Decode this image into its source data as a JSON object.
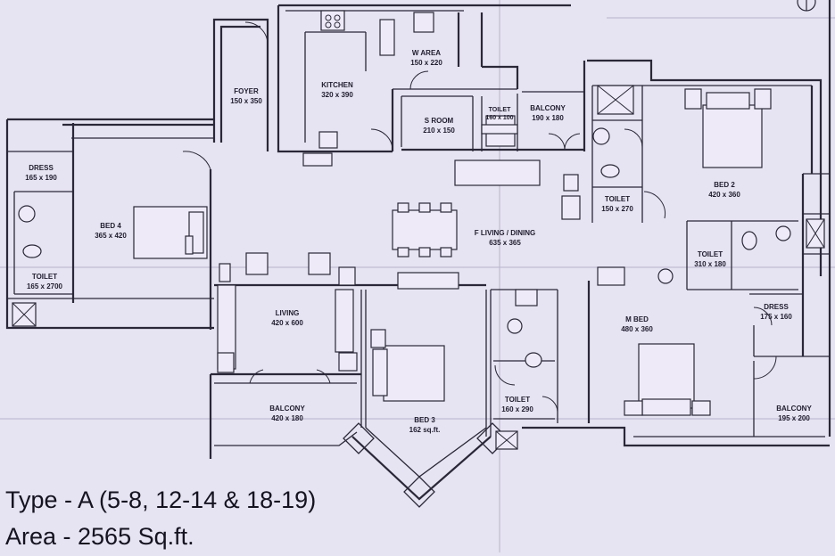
{
  "rooms": [
    {
      "id": "foyer",
      "name": "FOYER",
      "size": "150 x 350"
    },
    {
      "id": "kitchen",
      "name": "KITCHEN",
      "size": "320 x 390"
    },
    {
      "id": "w-area",
      "name": "W AREA",
      "size": "150 x 220"
    },
    {
      "id": "s-room",
      "name": "S ROOM",
      "size": "210 x 150"
    },
    {
      "id": "toilet-s",
      "name": "TOILET",
      "size": "160 x 100"
    },
    {
      "id": "balcony-top",
      "name": "BALCONY",
      "size": "190 x 180"
    },
    {
      "id": "dress-left",
      "name": "DRESS",
      "size": "165 x 190"
    },
    {
      "id": "bed4",
      "name": "BED 4",
      "size": "365 x 420"
    },
    {
      "id": "toilet-left",
      "name": "TOILET",
      "size": "165 x 2700"
    },
    {
      "id": "living",
      "name": "LIVING",
      "size": "420 x 600"
    },
    {
      "id": "living-dining",
      "name": "F LIVING / DINING",
      "size": "635 x 365"
    },
    {
      "id": "toilet-bed2",
      "name": "TOILET",
      "size": "150 x 270"
    },
    {
      "id": "bed2",
      "name": "BED 2",
      "size": "420 x 360"
    },
    {
      "id": "toilet-right",
      "name": "TOILET",
      "size": "310 x 180"
    },
    {
      "id": "dress-right",
      "name": "DRESS",
      "size": "175 x 160"
    },
    {
      "id": "m-bed",
      "name": "M BED",
      "size": "480 x 360"
    },
    {
      "id": "toilet-mbed",
      "name": "TOILET",
      "size": "160 x 290"
    },
    {
      "id": "balcony-bottom",
      "name": "BALCONY",
      "size": "420 x 180"
    },
    {
      "id": "bed3",
      "name": "BED 3",
      "size": "162 sq.ft."
    },
    {
      "id": "balcony-right",
      "name": "BALCONY",
      "size": "195 x 200"
    }
  ],
  "caption": {
    "type_line": "Type - A (5-8, 12-14 & 18-19)",
    "area_line": "Area - 2565 Sq.ft."
  }
}
